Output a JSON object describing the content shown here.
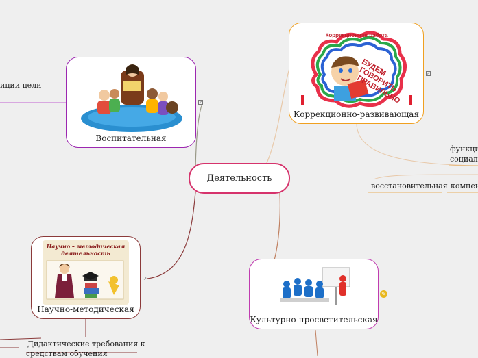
{
  "center": {
    "label": "Деятельность"
  },
  "nodes": {
    "vospitatelnaya": {
      "label": "Воспитательная"
    },
    "korrekcionnaya": {
      "label": "Коррекционно-развивающая",
      "image_title": "Коррекционная работа",
      "image_slogan": "БУДЕМ ГОВОРИТЬ ПРАВИЛЬНО"
    },
    "nauchnaya": {
      "label": "Научно-методическая",
      "image_title_line1": "Научно – методическая",
      "image_title_line2": "деятельность"
    },
    "kulturnaya": {
      "label": "Культурно-просветительская"
    }
  },
  "side_texts": {
    "left_top": "иции цели",
    "funkc_line1": "функци",
    "funkc_line2": "социал",
    "vosstanovitelnaya": "восстановительная",
    "kompens": "компен",
    "didakt_line1": "Дидактические требования к",
    "didakt_line2": "средствам обучения"
  },
  "colors": {
    "center_border": "#d6336c",
    "vosp_border": "#9c27b0",
    "korr_border": "#f0a020",
    "nauch_border": "#8b3a3a",
    "kult_border": "#c03cb0"
  }
}
